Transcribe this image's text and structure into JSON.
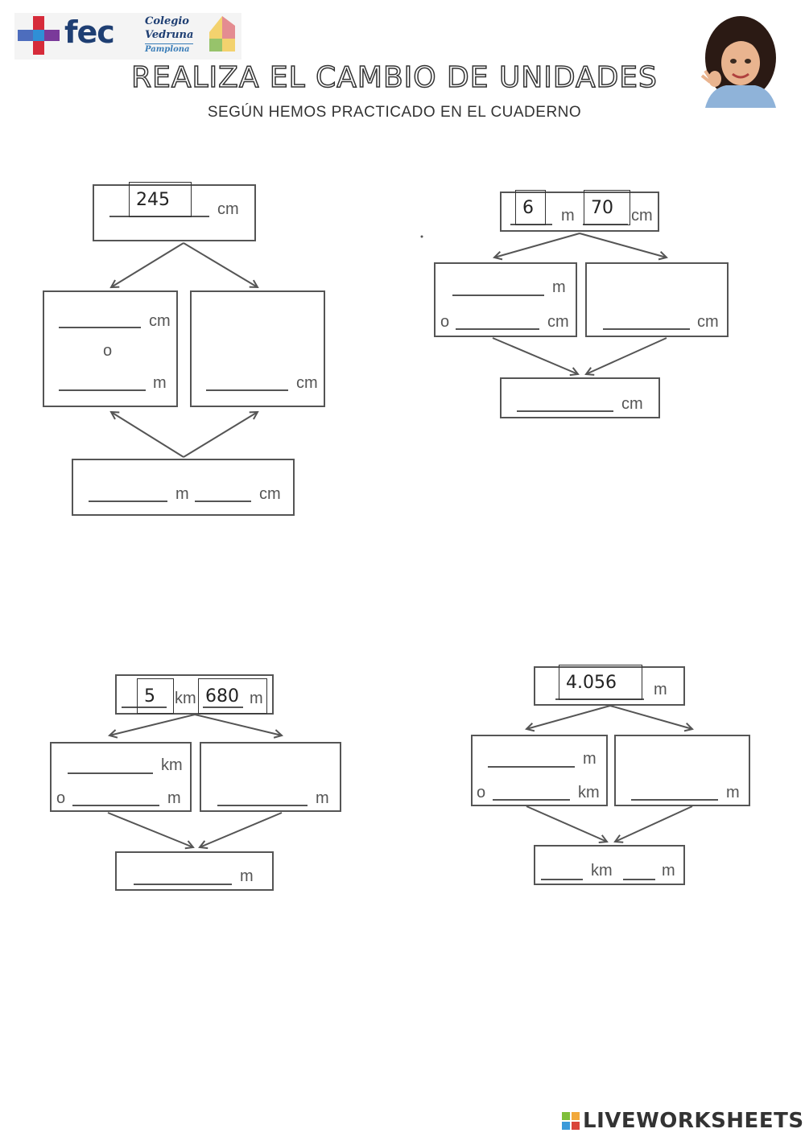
{
  "header": {
    "logo_text": "fec",
    "colegio_line1": "Colegio",
    "colegio_line2": "Vedruna",
    "colegio_line3": "Pamplona",
    "title": "REALIZA EL CAMBIO DE UNIDADES",
    "subtitle": "SEGÚN HEMOS PRACTICADO EN EL CUADERNO"
  },
  "units": {
    "cm": "cm",
    "m": "m",
    "km": "km",
    "o": "o"
  },
  "exercise1": {
    "value": "245"
  },
  "exercise2": {
    "value_m": "6",
    "value_cm": "70"
  },
  "exercise3": {
    "value_km": "5",
    "value_m": "680"
  },
  "exercise4": {
    "value": "4.056"
  },
  "footer": {
    "brand": "LIVEWORKSHEETS"
  },
  "colors": {
    "ink": "#555555",
    "brand_navy": "#1f3f73",
    "logo_red": "#d62b3a",
    "logo_blue": "#2f8fd6",
    "logo_purple": "#7a3a9a"
  }
}
